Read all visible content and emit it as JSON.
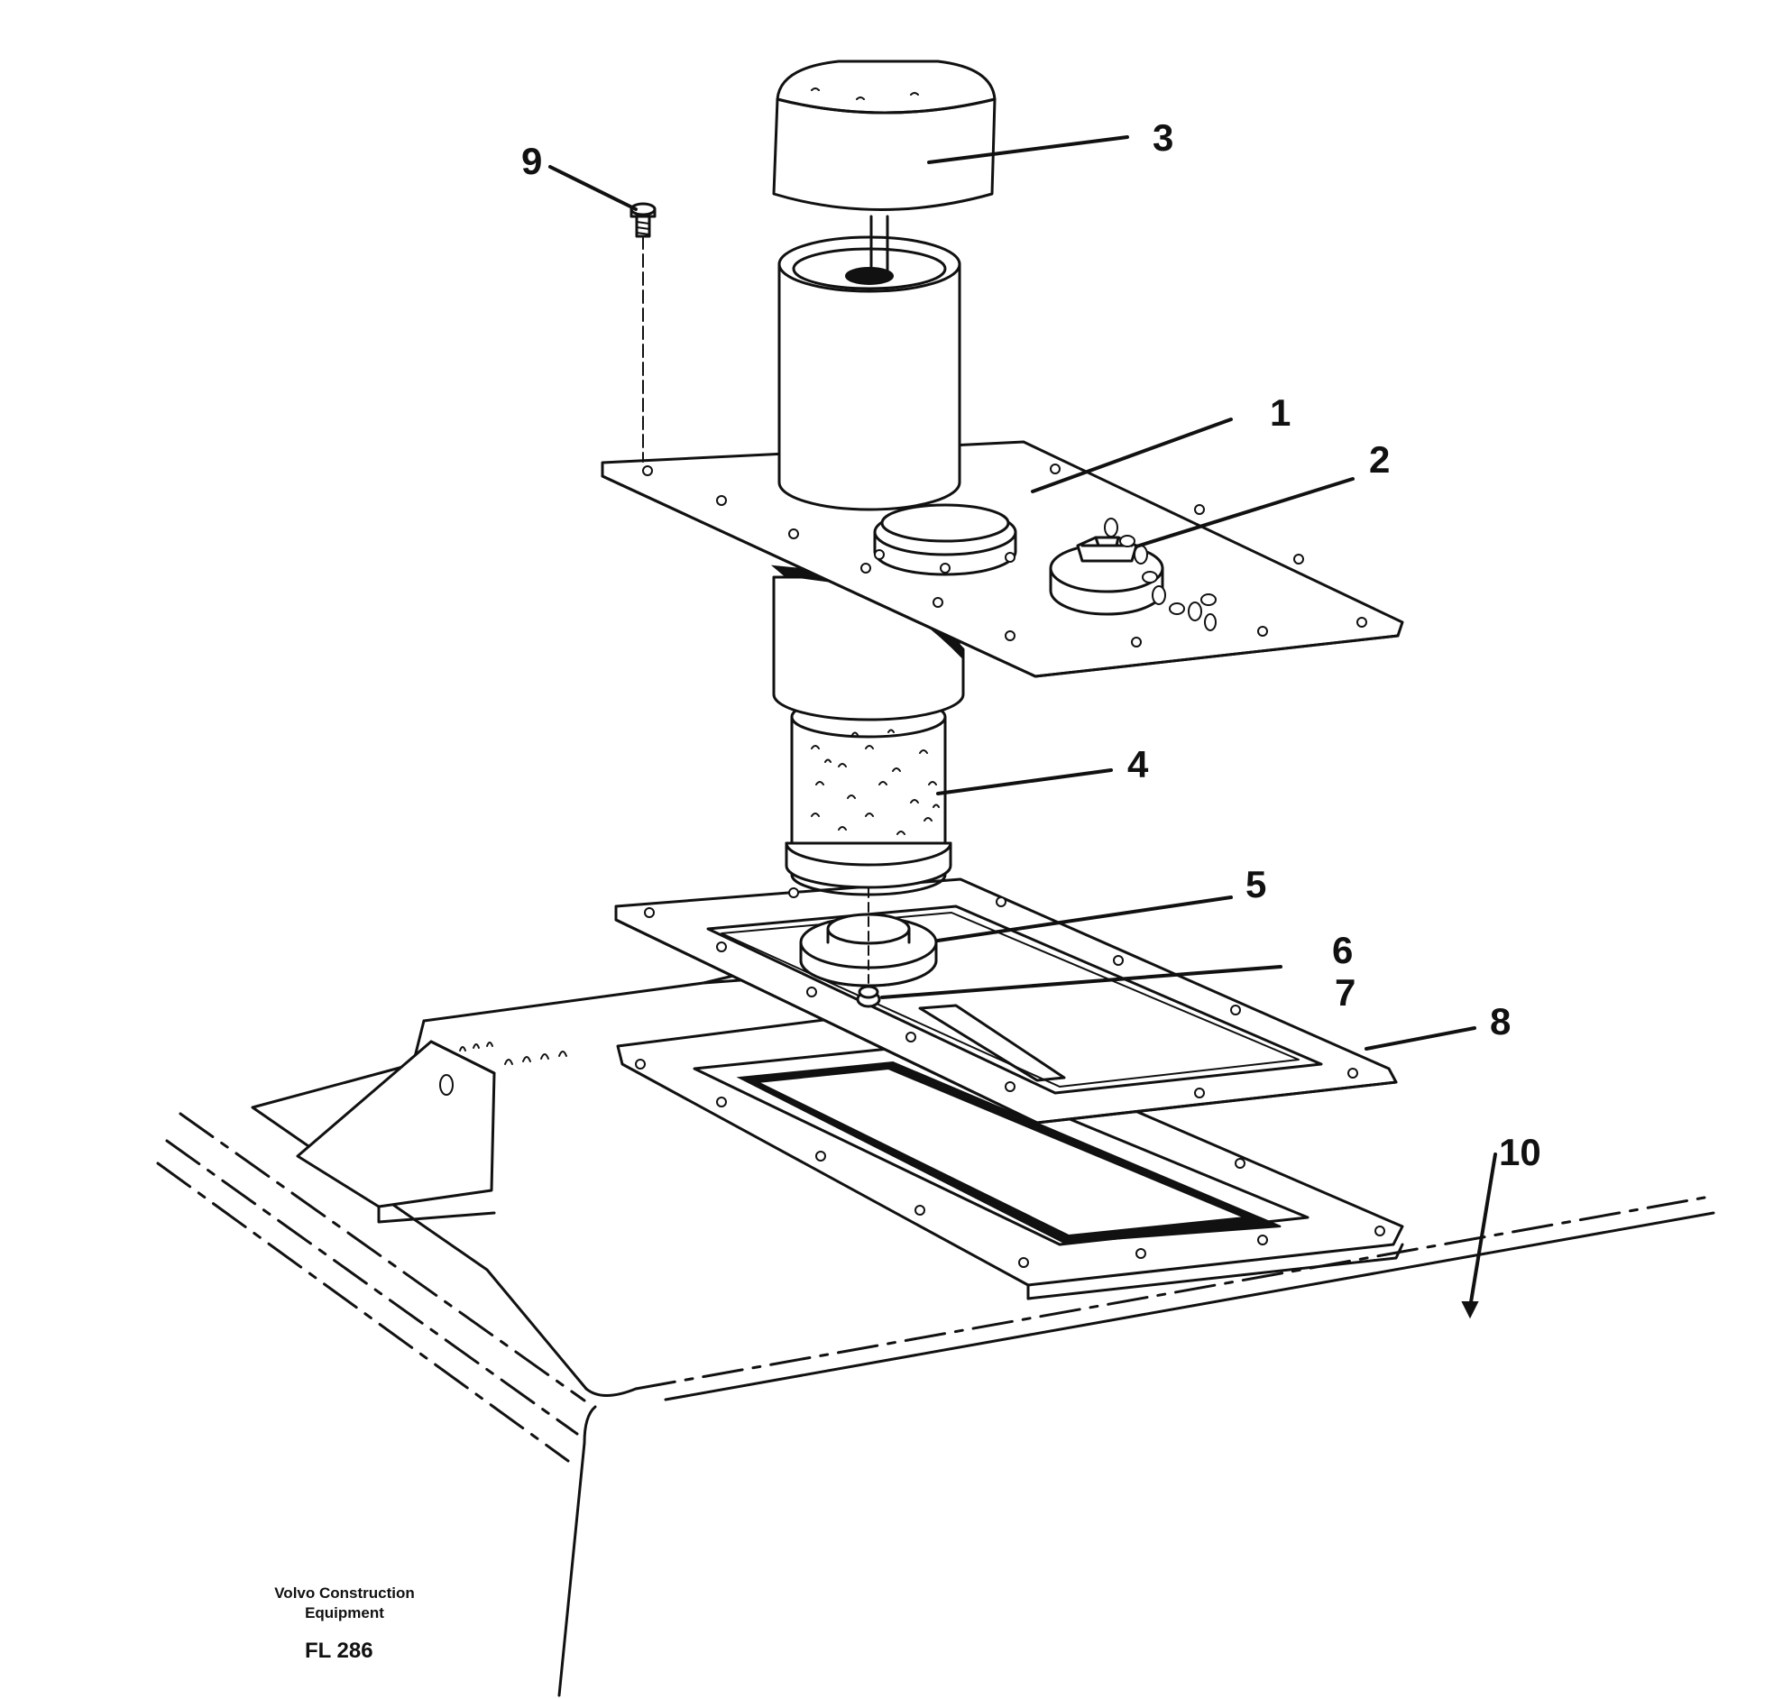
{
  "callouts": {
    "c1": "1",
    "c2": "2",
    "c3": "3",
    "c4": "4",
    "c5": "5",
    "c6": "6",
    "c7": "7",
    "c8": "8",
    "c9": "9",
    "c10": "10"
  },
  "footer": {
    "company_line1": "Volvo Construction",
    "company_line2": "Equipment",
    "figure_code": "FL 286"
  }
}
